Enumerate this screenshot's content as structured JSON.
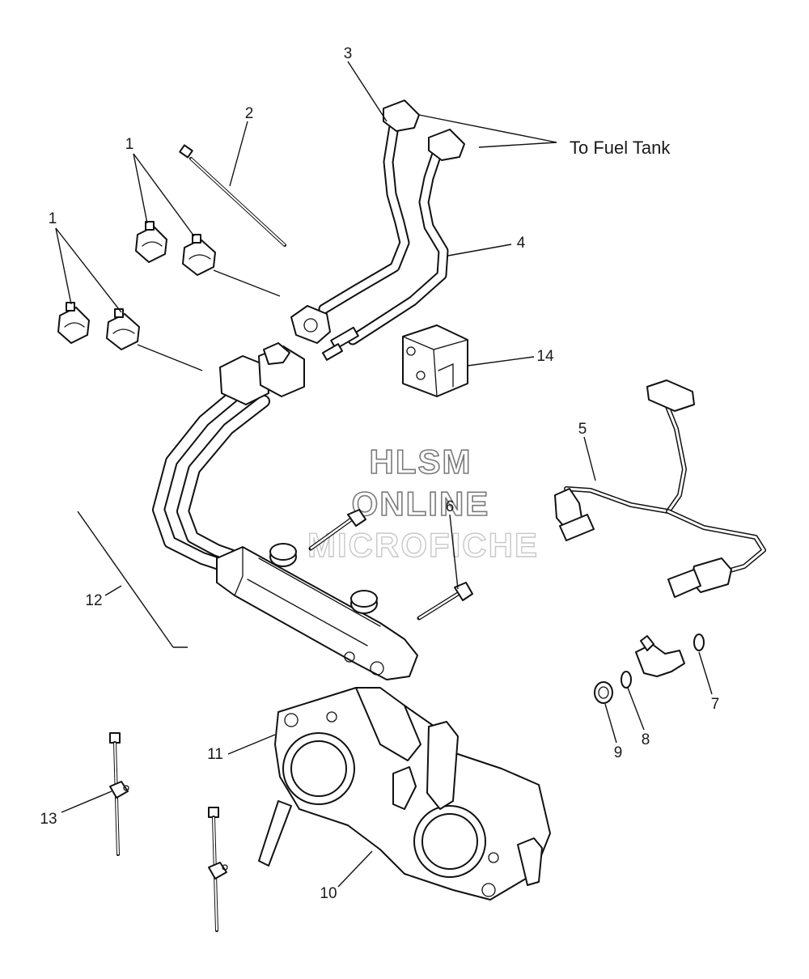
{
  "callouts": {
    "c1a": "1",
    "c1b": "1",
    "c2": "2",
    "c3": "3",
    "c4": "4",
    "c5": "5",
    "c6": "6",
    "c7": "7",
    "c8": "8",
    "c9": "9",
    "c10": "10",
    "c11": "11",
    "c12": "12",
    "c13": "13",
    "c14": "14"
  },
  "notes": {
    "fuel_tank": "To Fuel Tank"
  },
  "watermark": {
    "line1": "HLSM",
    "line2": "ONLINE",
    "line3": "MICROFICHE"
  }
}
